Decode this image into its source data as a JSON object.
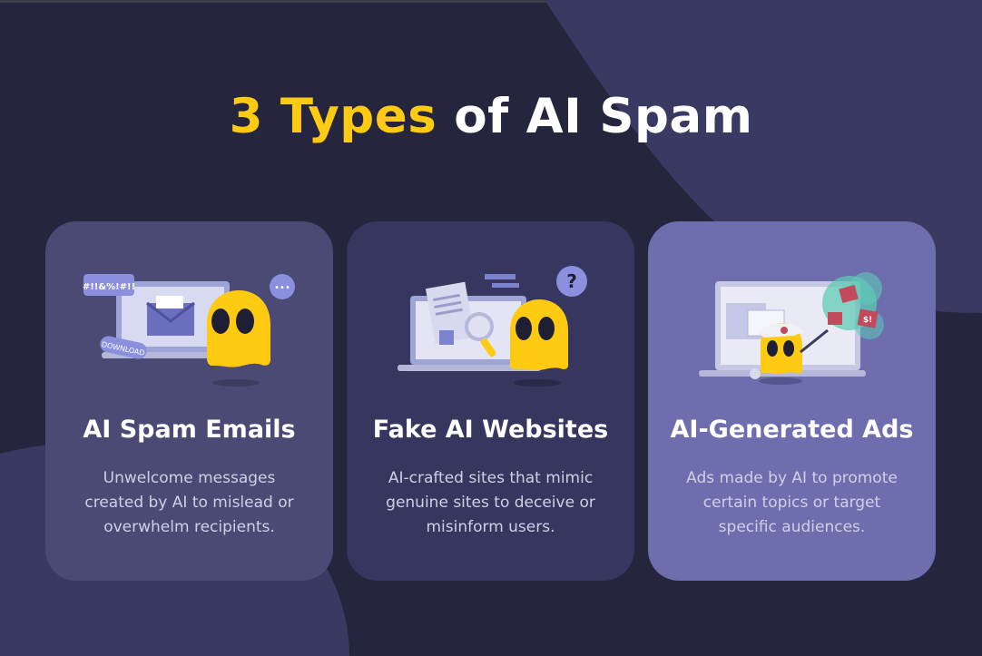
{
  "header": {
    "title_accent": "3 Types",
    "title_rest": "of AI Spam"
  },
  "cards": [
    {
      "title": "AI Spam Emails",
      "description": "Unwelcome messages created by AI to mislead or overwhelm recipients.",
      "illustration_labels": {
        "bubble": "#!!&%!#!!",
        "tag": "DOWNLOAD",
        "dots": "•••"
      },
      "background": "#4a4a74"
    },
    {
      "title": "Fake AI Websites",
      "description": "AI-crafted sites that mimic genuine sites to deceive or misinform users.",
      "illustration_labels": {
        "question": "?"
      },
      "background": "#36365e"
    },
    {
      "title": "AI-Generated Ads",
      "description": "Ads made by AI to promote certain topics or target specific audiences.",
      "illustration_labels": {
        "ad_symbol": "$!"
      },
      "background": "#6e6eae"
    }
  ],
  "colors": {
    "background": "#25253d",
    "accent_yellow": "#ffcb12",
    "blob": "#393961"
  },
  "icons": [
    "email-icon",
    "ghost-mascot-icon",
    "speech-bubble-icon",
    "laptop-icon",
    "magnifier-icon",
    "question-bubble-icon",
    "ad-popup-icon",
    "spray-can-icon"
  ]
}
